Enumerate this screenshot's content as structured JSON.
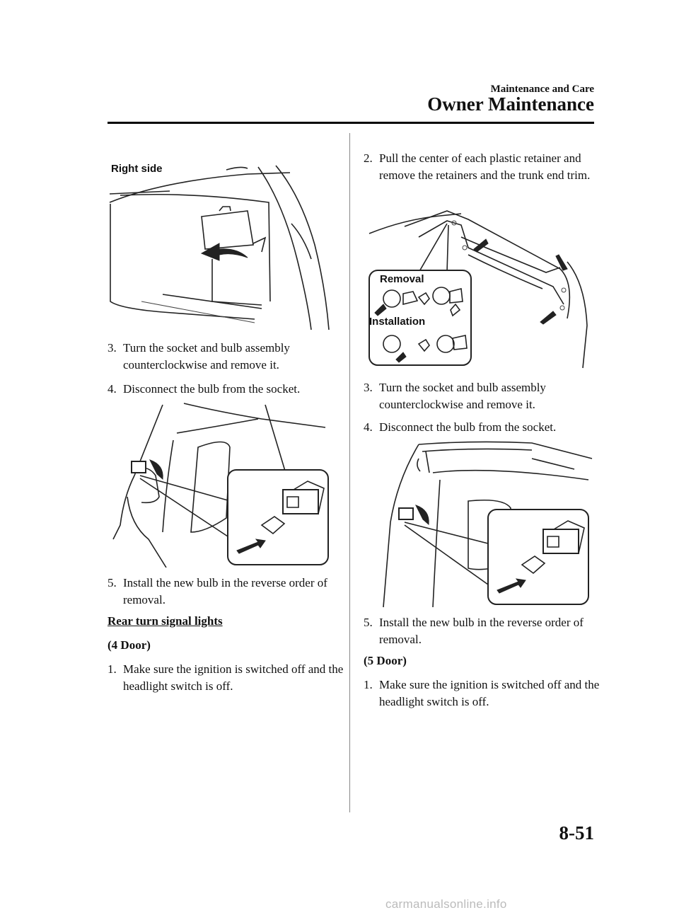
{
  "header": {
    "section": "Maintenance and Care",
    "title": "Owner Maintenance"
  },
  "left": {
    "figure1_label": "Right side",
    "step3": {
      "num": "3.",
      "text": "Turn the socket and bulb assembly counterclockwise and remove it."
    },
    "step4": {
      "num": "4.",
      "text": "Disconnect the bulb from the socket."
    },
    "step5": {
      "num": "5.",
      "text": "Install the new bulb in the reverse order of removal."
    },
    "heading": "Rear turn signal lights",
    "subheading": "(4 Door)",
    "step1": {
      "num": "1.",
      "text": "Make sure the ignition is switched off and the headlight switch is off."
    }
  },
  "right": {
    "step2": {
      "num": "2.",
      "text": "Pull the center of each plastic retainer and remove the retainers and the trunk end trim."
    },
    "figure_removal_label": "Removal",
    "figure_installation_label": "Installation",
    "step3": {
      "num": "3.",
      "text": "Turn the socket and bulb assembly counterclockwise and remove it."
    },
    "step4": {
      "num": "4.",
      "text": "Disconnect the bulb from the socket."
    },
    "step5": {
      "num": "5.",
      "text": "Install the new bulb in the reverse order of removal."
    },
    "subheading": "(5 Door)",
    "step1": {
      "num": "1.",
      "text": "Make sure the ignition is switched off and the headlight switch is off."
    }
  },
  "page_number": "8-51",
  "footer": "carmanualsonline.info"
}
